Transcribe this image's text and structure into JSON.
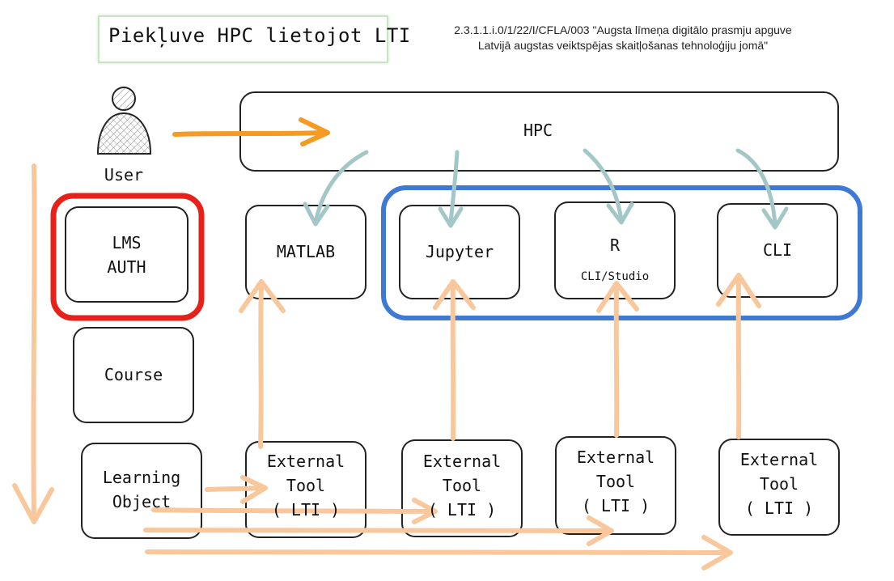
{
  "title": "Piekļuve HPC lietojot LTI",
  "project_line1": "2.3.1.1.i.0/1/22/I/CFLA/003 \"Augsta līmeņa digitālo prasmju apguve",
  "project_line2": "Latvijā augstas veiktspējas skaitļošanas tehnoloģiju jomā\"",
  "user_label": "User",
  "hpc_label": "HPC",
  "lms_line1": "LMS",
  "lms_line2": "AUTH",
  "course_label": "Course",
  "lo_line1": "Learning",
  "lo_line2": "Object",
  "matlab_label": "MATLAB",
  "jupyter_label": "Jupyter",
  "r_label": "R",
  "r_sub": "CLI/Studio",
  "cli_label": "CLI",
  "ext_line1": "External",
  "ext_line2": "Tool",
  "ext_line3": "( LTI )",
  "colors": {
    "orange_arrow": "#f59a23",
    "peach_arrow": "#f8c79c",
    "teal_arrow": "#a3c6c6",
    "red_frame": "#e8201a",
    "blue_frame": "#3e79d4",
    "title_border": "#c9e3c4"
  }
}
